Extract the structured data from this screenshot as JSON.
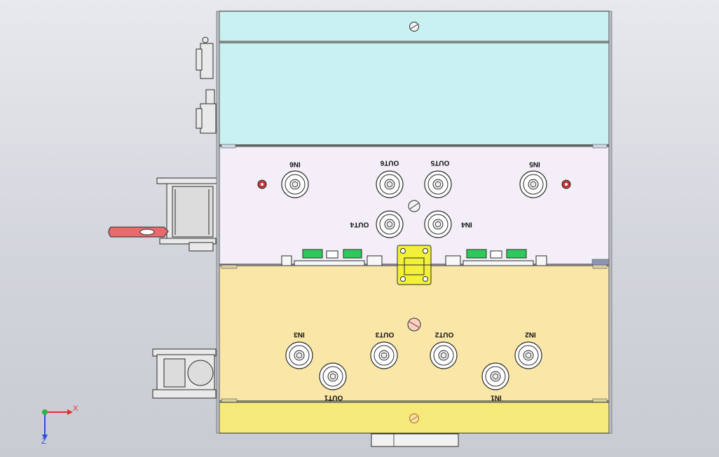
{
  "colors": {
    "block_top": "#c9f1f2",
    "block_mid": "#f3eef7",
    "block_bottom": "#fae7a8",
    "cap_bottom": "#f6ea7a",
    "connector_green": "#2ec95a",
    "hinge_yellow": "#f2f03a",
    "pin_red": "#c23636",
    "handle_red": "#e86a6a",
    "outline": "#2a2a2a"
  },
  "middle_block": {
    "labels": [
      "IN6",
      "OUT6",
      "OUT5",
      "IN5",
      "OUT4",
      "IN4"
    ]
  },
  "bottom_block": {
    "labels": [
      "IN3",
      "OUT3",
      "OUT2",
      "IN2",
      "OUT1",
      "IN1"
    ]
  },
  "triad": {
    "x_label": "X",
    "z_label": "Z",
    "x_color": "#e03131",
    "y_color": "#2fb344",
    "z_color": "#2b4ed8"
  }
}
